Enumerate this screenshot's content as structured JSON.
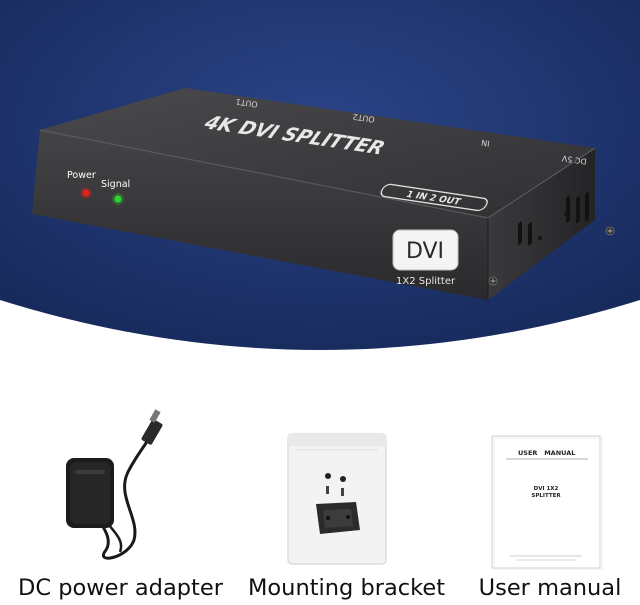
{
  "device": {
    "title_text": "4K DVI SPLITTER",
    "badge_text": "1 IN 2 OUT",
    "led_power_label": "Power",
    "led_signal_label": "Signal",
    "port_label_out1": "OUT1",
    "port_label_out2": "OUT2",
    "port_label_in": "IN",
    "port_label_dc": "DC 5V",
    "logo_text": "DVI",
    "model_text": "1X2 Splitter",
    "led_power_color": "#e0231c",
    "led_signal_color": "#2bd62b"
  },
  "manual": {
    "header_text": "USER   MANUAL",
    "title_line1": "DVI 1X2",
    "title_line2": "SPLITTER"
  },
  "accessories": [
    {
      "caption": "DC power adapter"
    },
    {
      "caption": "Mounting bracket"
    },
    {
      "caption": "User manual"
    }
  ],
  "colors": {
    "background_blue": "#20366f",
    "device_body": "#3c3c3e",
    "page_background": "#ffffff"
  }
}
